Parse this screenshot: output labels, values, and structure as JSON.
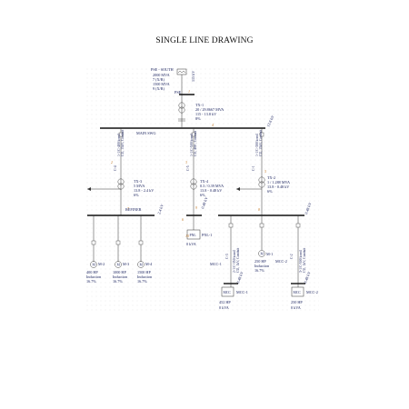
{
  "title": "SINGLE LINE DRAWING",
  "source": {
    "name": "PSE - SOUTH",
    "line2": "2000 MVA",
    "line3": "7 (X/R)",
    "line4": "1500 MVA",
    "line5": "9 (X/R)",
    "kv": "115 kV",
    "bus_label": "PSE",
    "node": "1"
  },
  "tx1": {
    "name": "TX-1",
    "rating": "20 / 29.8667 MVA",
    "kv": "115 - 13.8 kV",
    "z": "8%",
    "node": "4"
  },
  "main_bus": {
    "name": "MAIN SWG",
    "kv": "13.8 kV"
  },
  "cables": {
    "c4": {
      "name": "C-4",
      "spec": "1-1/C-400 kcmil",
      "spec2": "CU, 15kV, Conduit"
    },
    "c5": {
      "name": "C-5",
      "spec": "1-1/C-500 kcmil",
      "spec2": "CU, 400 , Conduit"
    },
    "c1": {
      "name": "C-1",
      "spec": "1-1/C-300 kcmil",
      "spec2": "CU, 15kV, Conduit"
    },
    "c3": {
      "name": "C-3",
      "spec": "2-1/C-350 kcmil",
      "spec2": "CU, 1kV, Conduit"
    },
    "c2": {
      "name": "C-2",
      "spec": "3-1/C-500 kcmil",
      "spec2": "CU, 1kV, Conduit"
    }
  },
  "tx3": {
    "name": "TX-3",
    "rating": "5 MVA",
    "kv": "13.8 - 2.4 kV",
    "z": "6%",
    "node": "7"
  },
  "tx4": {
    "name": "TX-4",
    "rating": "0.3 / 0.39 MVA",
    "kv": "13.8 - 0.48 kV",
    "z": "6%",
    "node": "9"
  },
  "tx2": {
    "name": "TX-2",
    "rating": "1 / 1.288 MVA",
    "kv": "13.8 - 0.48 kV",
    "z": "6%",
    "node": "8"
  },
  "refiner": {
    "name": "REFINER",
    "kv": "2.4 kV"
  },
  "bus_048": {
    "kv": "0.48 kV"
  },
  "bus_048_b": {
    "kv": "0.48 kV"
  },
  "pnl1": {
    "name": "PNL-1",
    "load": "0 kVA",
    "label": "PNL",
    "node": "10"
  },
  "motors": [
    {
      "name": "M-2",
      "hp": "400 HP",
      "type": "Induction",
      "pct": "16.7%"
    },
    {
      "name": "M-3",
      "hp": "1000 HP",
      "type": "Induction",
      "pct": "16.7%"
    },
    {
      "name": "M-4",
      "hp": "1500 HP",
      "type": "Induction",
      "pct": "16.7%"
    },
    {
      "name": "M-1",
      "hp": "250 HP",
      "type": "Induction",
      "pct": "16.7%"
    }
  ],
  "mcc1": {
    "name": "MCC-1",
    "load": "452 HP",
    "load2": "0 kVA",
    "box": "MCC",
    "kv": "0.48 kV"
  },
  "mcc2": {
    "name": "MCC-2",
    "load": "250 HP",
    "load2": "0 kVA",
    "box": "MCC",
    "kv": "0.48 kV"
  },
  "nodes": {
    "n2": "2",
    "n3": "3",
    "n5": "5",
    "n6": "6"
  },
  "colors": {
    "grid_dot": "#c9c9c9",
    "text": "#1d2560",
    "node": "#c47b2a",
    "wire": "#333333"
  }
}
